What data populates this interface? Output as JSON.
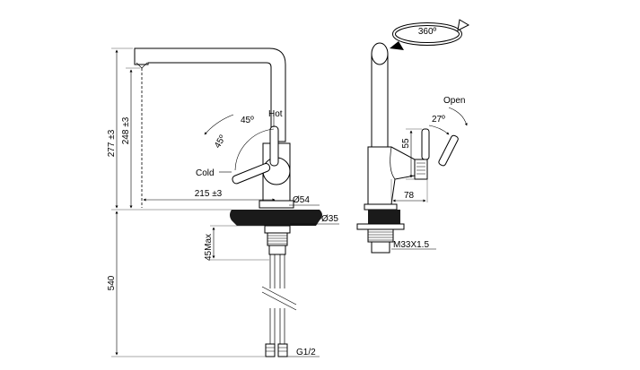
{
  "labels": {
    "d_277": "277 ±3",
    "d_248": "248 ±3",
    "d_215": "215 ±3",
    "d_540": "540",
    "d_45max": "45Max",
    "d_54": "Ø54",
    "d_35": "Ø35",
    "d_g12": "G1/2",
    "angle_45_top": "45º",
    "angle_45_side": "45º",
    "hot": "Hot",
    "cold": "Cold",
    "rotation": "360º",
    "open": "Open",
    "angle_27": "27º",
    "d_55": "55",
    "d_78": "78",
    "thread": "M33X1.5"
  },
  "colors": {
    "line": "#000000",
    "base_fill": "#1a1a1a",
    "hatch": "#000000"
  }
}
